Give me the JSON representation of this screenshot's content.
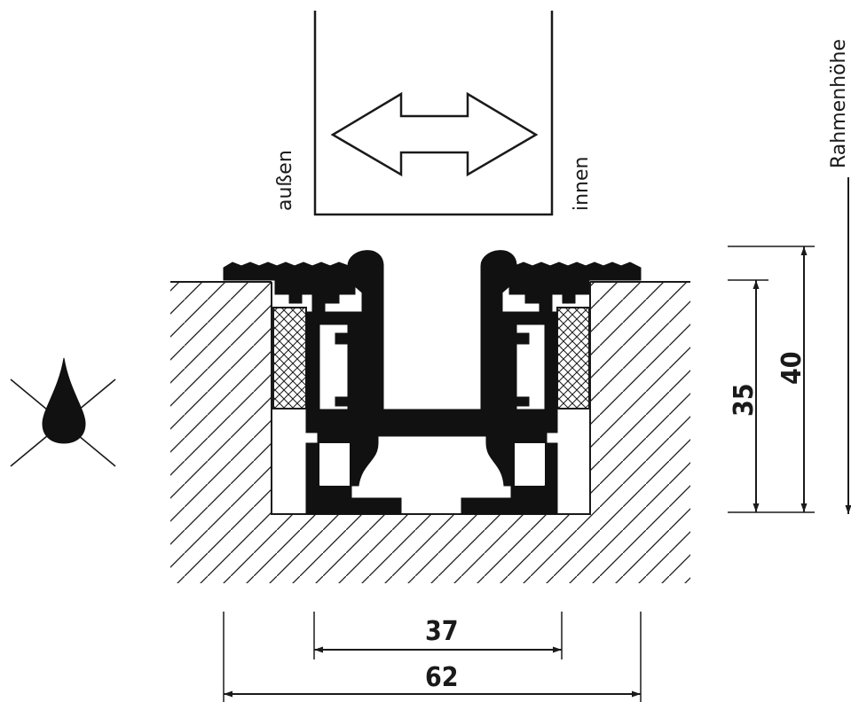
{
  "labels": {
    "outside": "außen",
    "inside": "innen",
    "frame_height": "Rahmenhöhe"
  },
  "dimensions": {
    "inner_height": "35",
    "total_height": "40",
    "inner_width": "37",
    "total_width": "62"
  },
  "colors": {
    "ink": "#111111",
    "background": "#ffffff"
  },
  "icons": {
    "water_symbol": "crossed-out-water-drop-icon",
    "direction_symbol": "double-arrow-icon"
  }
}
